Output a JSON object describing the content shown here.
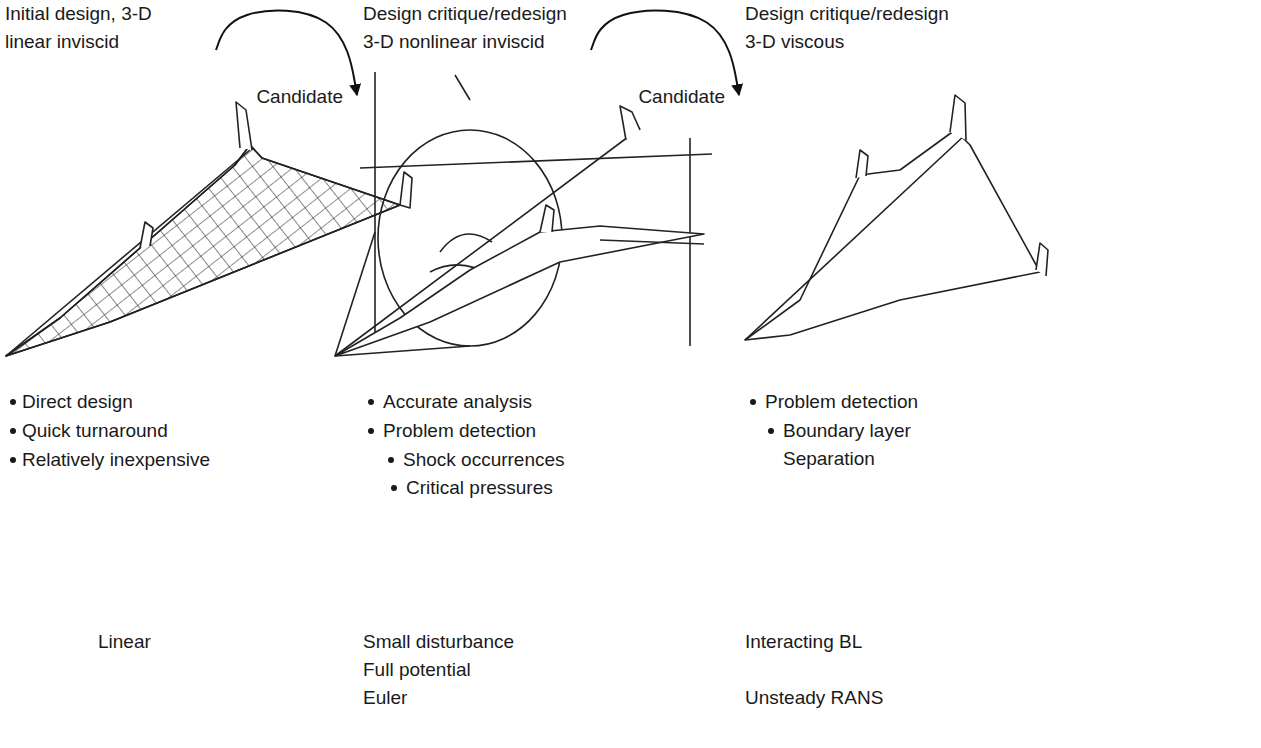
{
  "diagram": {
    "nodes": [
      {
        "text": [
          "Initial design, 3-D linear inviscid",
          "Direct design",
          "Quick turnaround",
          "Relatively inexpensive",
          "Linear"
        ]
      },
      {
        "text": [
          "Design critique/redesign 3-D nonlinear inviscid",
          "Accurate analysis",
          "Problem detection",
          "Shock occurrences",
          "Critical pressures",
          "Small disturbance",
          "Full potential",
          "Euler"
        ]
      },
      {
        "text": [
          "Design critique/redesign 3-D viscous",
          "Problem detection",
          "Boundary layer Separation",
          "Interacting BL",
          "Unsteady RANS"
        ]
      }
    ],
    "edges": [
      {
        "from": 0,
        "to": 1,
        "arrow": "to",
        "label": "Candidate"
      },
      {
        "from": 1,
        "to": 2,
        "arrow": "to",
        "label": "Candidate"
      }
    ]
  }
}
